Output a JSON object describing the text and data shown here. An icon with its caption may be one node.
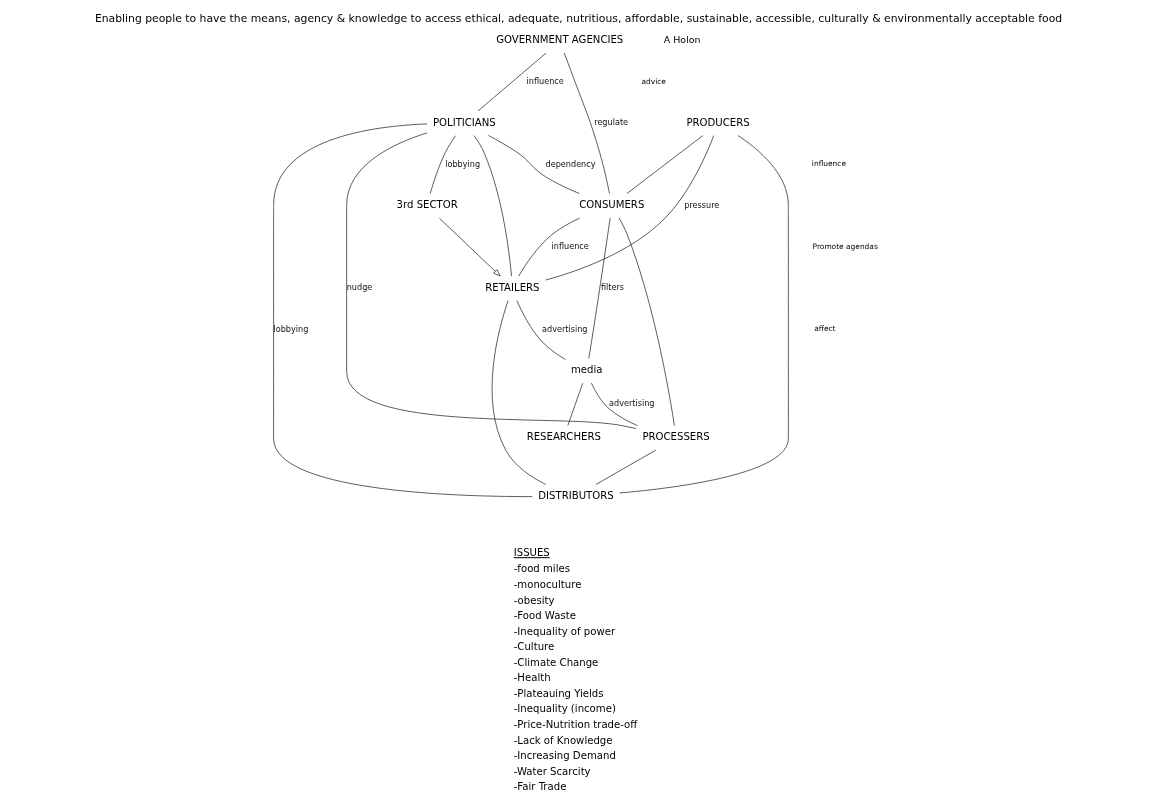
{
  "diagram": {
    "title": "Enabling people to have the means, agency & knowledge to access ethical, adequate, nutritious, affordable, sustainable, accessible, culturally & environmentally acceptable food",
    "nodes": [
      {
        "text": [
          "GOVERNMENT AGENCIES"
        ]
      },
      {
        "text": [
          "PRODUCERS"
        ]
      },
      {
        "text": [
          "PROCESSERS"
        ]
      },
      {
        "text": [
          "CONSUMERS"
        ]
      },
      {
        "text": [
          "DISTRIBUTORS"
        ]
      },
      {
        "text": [
          "POLITICIANS"
        ]
      },
      {
        "text": [
          "RETAILERS"
        ]
      },
      {
        "text": [
          "media"
        ]
      },
      {
        "text": [
          "RESEARCHERS"
        ]
      },
      {
        "text": [
          "3rd SECTOR"
        ]
      }
    ],
    "edges": [
      {
        "from": 0,
        "to": 3,
        "arrow": "none",
        "label": "regulate"
      },
      {
        "from": 5,
        "to": 2,
        "arrow": "none",
        "label": "nudge"
      },
      {
        "from": 0,
        "to": 5,
        "arrow": "none",
        "label": "influence"
      },
      {
        "from": 5,
        "to": 3,
        "arrow": "none",
        "label": "dependency"
      },
      {
        "from": 1,
        "to": 3,
        "arrow": "none"
      },
      {
        "from": 1,
        "to": 6,
        "arrow": "none",
        "label": "pressure"
      },
      {
        "from": 1,
        "to": 4,
        "arrow": "none"
      },
      {
        "from": 2,
        "to": 3,
        "arrow": "none"
      },
      {
        "from": 2,
        "to": 4,
        "arrow": "none"
      },
      {
        "from": 3,
        "to": 6,
        "arrow": "none",
        "label": "influence"
      },
      {
        "from": 3,
        "to": 7,
        "arrow": "none",
        "label": "filters"
      },
      {
        "from": 7,
        "to": 2,
        "arrow": "none",
        "label": "advertising"
      },
      {
        "from": 5,
        "to": 6,
        "arrow": "none"
      },
      {
        "from": 6,
        "to": 7,
        "arrow": "none",
        "label": "advertising"
      },
      {
        "from": 7,
        "to": 8,
        "arrow": "none"
      },
      {
        "from": 4,
        "to": 6,
        "arrow": "none"
      },
      {
        "from": 5,
        "to": 9,
        "arrow": "none",
        "label": "lobbying"
      },
      {
        "from": 5,
        "to": 4,
        "arrow": "none",
        "label": "lobbying"
      },
      {
        "from": 9,
        "to": 6,
        "arrow": "to"
      }
    ],
    "labels": [
      "A Holon",
      "advice",
      "influence",
      "Promote agendas",
      "affect",
      "ISSUES",
      "-food miles",
      "-monoculture",
      "-obesity",
      "-Food Waste",
      "-Inequality of power",
      "-Culture",
      "-Climate Change",
      "-Health",
      "-Plateauing Yields",
      "-Inequality (income)",
      "-Price-Nutrition trade-off",
      "-Lack of Knowledge",
      "-Increasing Demand",
      "-Water Scarcity",
      "-Fair Trade"
    ]
  }
}
